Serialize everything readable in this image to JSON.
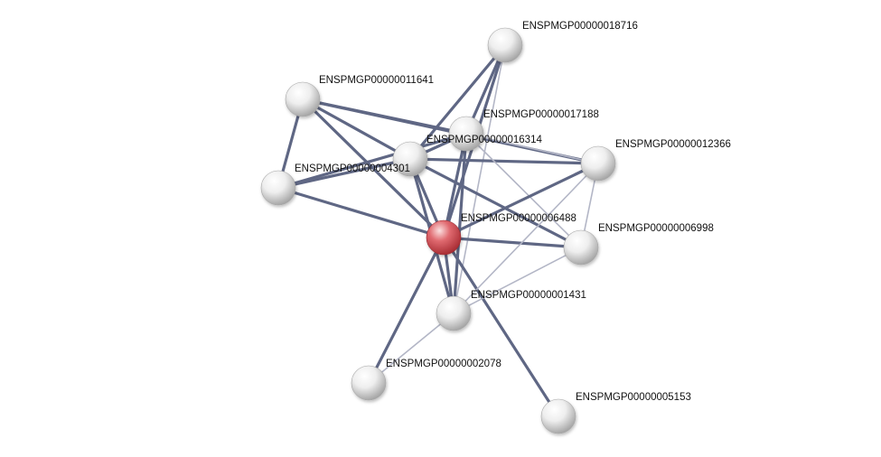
{
  "network": {
    "colors": {
      "edge_strong": "#5f6784",
      "edge_light": "#b3b6c6",
      "node_query": "#d9585e",
      "node_default": "#e6e6e6"
    },
    "nodes": [
      {
        "id": "ENSPMGP00000018716",
        "label": "ENSPMGP00000018716",
        "query": false
      },
      {
        "id": "ENSPMGP00000011641",
        "label": "ENSPMGP00000011641",
        "query": false
      },
      {
        "id": "ENSPMGP00000017188",
        "label": "ENSPMGP00000017188",
        "query": false
      },
      {
        "id": "ENSPMGP00000016314",
        "label": "ENSPMGP00000016314",
        "query": false
      },
      {
        "id": "ENSPMGP00000012366",
        "label": "ENSPMGP00000012366",
        "query": false
      },
      {
        "id": "ENSPMGP00000004301",
        "label": "ENSPMGP00000004301",
        "query": false
      },
      {
        "id": "ENSPMGP00000006488",
        "label": "ENSPMGP00000006488",
        "query": true
      },
      {
        "id": "ENSPMGP00000006998",
        "label": "ENSPMGP00000006998",
        "query": false
      },
      {
        "id": "ENSPMGP00000001431",
        "label": "ENSPMGP00000001431",
        "query": false
      },
      {
        "id": "ENSPMGP00000002078",
        "label": "ENSPMGP00000002078",
        "query": false
      },
      {
        "id": "ENSPMGP00000005153",
        "label": "ENSPMGP00000005153",
        "query": false
      }
    ],
    "edges": [
      {
        "source": "ENSPMGP00000018716",
        "target": "ENSPMGP00000016314",
        "strength": "strong"
      },
      {
        "source": "ENSPMGP00000018716",
        "target": "ENSPMGP00000017188",
        "strength": "strong"
      },
      {
        "source": "ENSPMGP00000018716",
        "target": "ENSPMGP00000006488",
        "strength": "strong"
      },
      {
        "source": "ENSPMGP00000018716",
        "target": "ENSPMGP00000001431",
        "strength": "light"
      },
      {
        "source": "ENSPMGP00000011641",
        "target": "ENSPMGP00000004301",
        "strength": "strong"
      },
      {
        "source": "ENSPMGP00000011641",
        "target": "ENSPMGP00000016314",
        "strength": "strong"
      },
      {
        "source": "ENSPMGP00000011641",
        "target": "ENSPMGP00000017188",
        "strength": "strong"
      },
      {
        "source": "ENSPMGP00000011641",
        "target": "ENSPMGP00000006488",
        "strength": "strong"
      },
      {
        "source": "ENSPMGP00000011641",
        "target": "ENSPMGP00000012366",
        "strength": "strong"
      },
      {
        "source": "ENSPMGP00000004301",
        "target": "ENSPMGP00000016314",
        "strength": "strong"
      },
      {
        "source": "ENSPMGP00000004301",
        "target": "ENSPMGP00000017188",
        "strength": "strong"
      },
      {
        "source": "ENSPMGP00000004301",
        "target": "ENSPMGP00000006488",
        "strength": "strong"
      },
      {
        "source": "ENSPMGP00000016314",
        "target": "ENSPMGP00000017188",
        "strength": "strong"
      },
      {
        "source": "ENSPMGP00000016314",
        "target": "ENSPMGP00000006488",
        "strength": "strong"
      },
      {
        "source": "ENSPMGP00000016314",
        "target": "ENSPMGP00000012366",
        "strength": "strong"
      },
      {
        "source": "ENSPMGP00000016314",
        "target": "ENSPMGP00000006998",
        "strength": "strong"
      },
      {
        "source": "ENSPMGP00000016314",
        "target": "ENSPMGP00000001431",
        "strength": "strong"
      },
      {
        "source": "ENSPMGP00000017188",
        "target": "ENSPMGP00000006488",
        "strength": "strong"
      },
      {
        "source": "ENSPMGP00000017188",
        "target": "ENSPMGP00000012366",
        "strength": "light"
      },
      {
        "source": "ENSPMGP00000017188",
        "target": "ENSPMGP00000006998",
        "strength": "light"
      },
      {
        "source": "ENSPMGP00000017188",
        "target": "ENSPMGP00000001431",
        "strength": "strong"
      },
      {
        "source": "ENSPMGP00000006488",
        "target": "ENSPMGP00000012366",
        "strength": "strong"
      },
      {
        "source": "ENSPMGP00000006488",
        "target": "ENSPMGP00000006998",
        "strength": "strong"
      },
      {
        "source": "ENSPMGP00000006488",
        "target": "ENSPMGP00000001431",
        "strength": "strong"
      },
      {
        "source": "ENSPMGP00000006488",
        "target": "ENSPMGP00000002078",
        "strength": "strong"
      },
      {
        "source": "ENSPMGP00000006488",
        "target": "ENSPMGP00000005153",
        "strength": "strong"
      },
      {
        "source": "ENSPMGP00000012366",
        "target": "ENSPMGP00000006998",
        "strength": "light"
      },
      {
        "source": "ENSPMGP00000012366",
        "target": "ENSPMGP00000001431",
        "strength": "light"
      },
      {
        "source": "ENSPMGP00000006998",
        "target": "ENSPMGP00000001431",
        "strength": "light"
      },
      {
        "source": "ENSPMGP00000001431",
        "target": "ENSPMGP00000002078",
        "strength": "light"
      }
    ]
  }
}
